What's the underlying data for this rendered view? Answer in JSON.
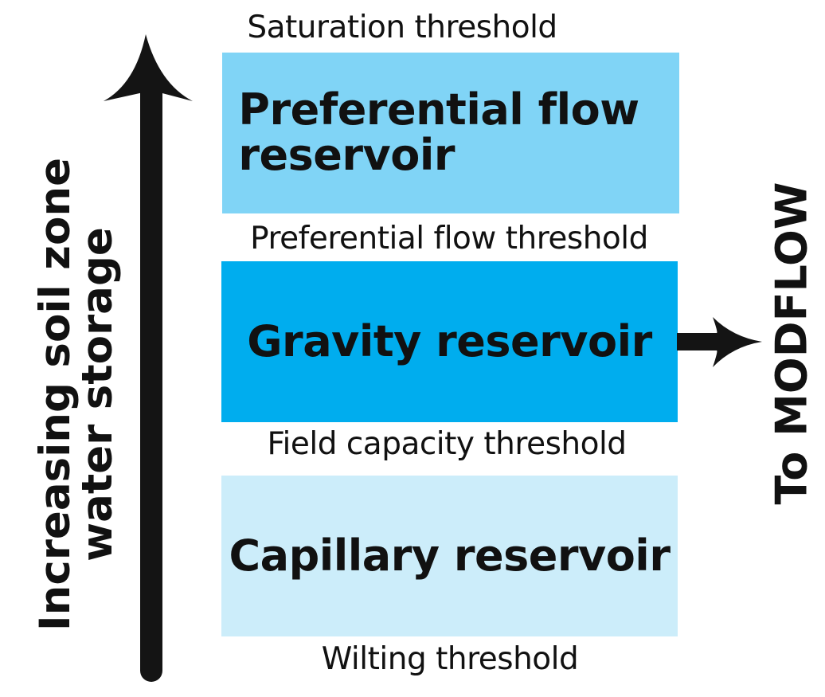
{
  "axis": {
    "label_line1": "Increasing soil zone",
    "label_line2": "water storage",
    "arrow_icon": "up-arrow"
  },
  "thresholds": {
    "saturation": "Saturation threshold",
    "preferential_flow": "Preferential flow threshold",
    "field_capacity": "Field capacity threshold",
    "wilting": "Wilting threshold"
  },
  "reservoirs": [
    {
      "line1": "Preferential flow",
      "line2": "reservoir",
      "color": "#80d4f6"
    },
    {
      "line1": "Gravity reservoir",
      "color": "#00adee"
    },
    {
      "line1": "Capillary reservoir",
      "color": "#ccedfa"
    }
  ],
  "output": {
    "label": "To MODFLOW",
    "arrow_icon": "right-arrow"
  }
}
